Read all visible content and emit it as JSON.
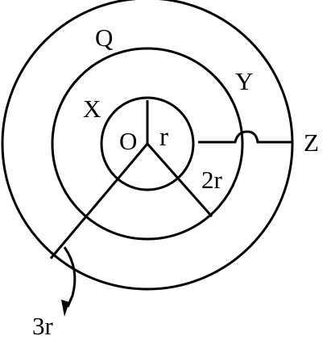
{
  "labels": {
    "center": "O",
    "inner_radius": "r",
    "middle_radius": "2r",
    "outer_radius": "3r",
    "inner_region": "X",
    "middle_ring": "Q",
    "outer_circle_point": "Y",
    "outer_point_right": "Z"
  }
}
